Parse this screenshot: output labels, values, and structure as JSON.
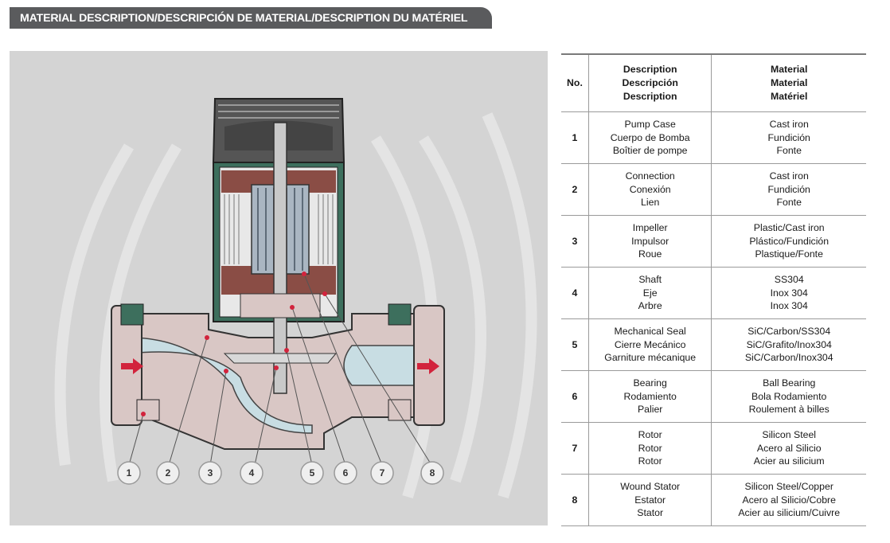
{
  "header": {
    "title": "MATERIAL DESCRIPTION/DESCRIPCIÓN DE MATERIAL/DESCRIPTION DU MATÉRIEL"
  },
  "callouts": [
    "1",
    "2",
    "3",
    "4",
    "5",
    "6",
    "7",
    "8"
  ],
  "table": {
    "headers": {
      "no": "No.",
      "description": [
        "Description",
        "Descripción",
        "Description"
      ],
      "material": [
        "Material",
        "Material",
        "Matériel"
      ]
    },
    "rows": [
      {
        "no": "1",
        "description": [
          "Pump Case",
          "Cuerpo de Bomba",
          "Boîtier de pompe"
        ],
        "material": [
          "Cast iron",
          "Fundición",
          "Fonte"
        ]
      },
      {
        "no": "2",
        "description": [
          "Connection",
          "Conexión",
          "Lien"
        ],
        "material": [
          "Cast iron",
          "Fundición",
          "Fonte"
        ]
      },
      {
        "no": "3",
        "description": [
          "Impeller",
          "Impulsor",
          "Roue"
        ],
        "material": [
          "Plastic/Cast iron",
          "Plástico/Fundición",
          "Plastique/Fonte"
        ]
      },
      {
        "no": "4",
        "description": [
          "Shaft",
          "Eje",
          "Arbre"
        ],
        "material": [
          "SS304",
          "Inox 304",
          "Inox 304"
        ]
      },
      {
        "no": "5",
        "description": [
          "Mechanical Seal",
          "Cierre Mecánico",
          "Garniture mécanique"
        ],
        "material": [
          "SiC/Carbon/SS304",
          "SiC/Grafito/Inox304",
          "SiC/Carbon/Inox304"
        ]
      },
      {
        "no": "6",
        "description": [
          "Bearing",
          "Rodamiento",
          "Palier"
        ],
        "material": [
          "Ball Bearing",
          "Bola Rodamiento",
          "Roulement à billes"
        ]
      },
      {
        "no": "7",
        "description": [
          "Rotor",
          "Rotor",
          "Rotor"
        ],
        "material": [
          "Silicon Steel",
          "Acero al Silicio",
          "Acier au silicium"
        ]
      },
      {
        "no": "8",
        "description": [
          "Wound Stator",
          "Estator",
          "Stator"
        ],
        "material": [
          "Silicon Steel/Copper",
          "Acero al Silicio/Cobre",
          "Acier au silicium/Cuivre"
        ]
      }
    ]
  },
  "colors": {
    "header_bar": "#5a5b5d",
    "diagram_bg": "#d4d4d4",
    "pump_green": "#3d6f5d",
    "flow_arrow": "#d2233c",
    "casing": "#d9c7c5"
  }
}
